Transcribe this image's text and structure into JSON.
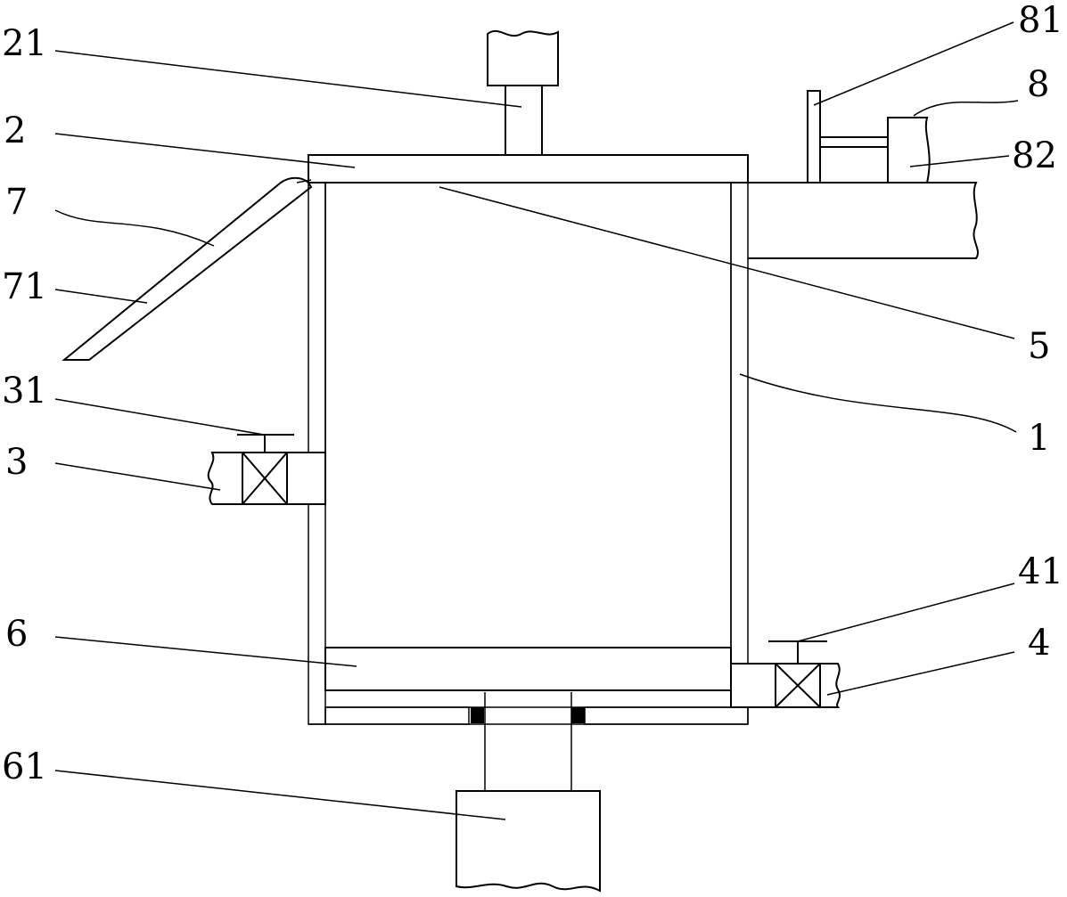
{
  "labels": {
    "l21": "21",
    "l2": "2",
    "l7": "7",
    "l71": "71",
    "l31": "31",
    "l3": "3",
    "l6": "6",
    "l61": "61",
    "l81": "81",
    "l8": "8",
    "l82": "82",
    "l5": "5",
    "l1": "1",
    "l41": "41",
    "l4": "4"
  }
}
